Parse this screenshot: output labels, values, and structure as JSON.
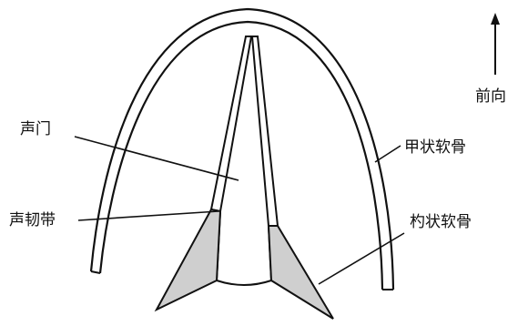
{
  "labels": {
    "glottis": "声门",
    "vocal_cord": "声韧带",
    "thyroid_cartilage": "甲状软骨",
    "arytenoid_cartilage": "杓状软骨",
    "anterior": "前向"
  },
  "colors": {
    "stroke": "#111111",
    "cartilage_fill": "#cfcfcf",
    "background": "#ffffff"
  }
}
